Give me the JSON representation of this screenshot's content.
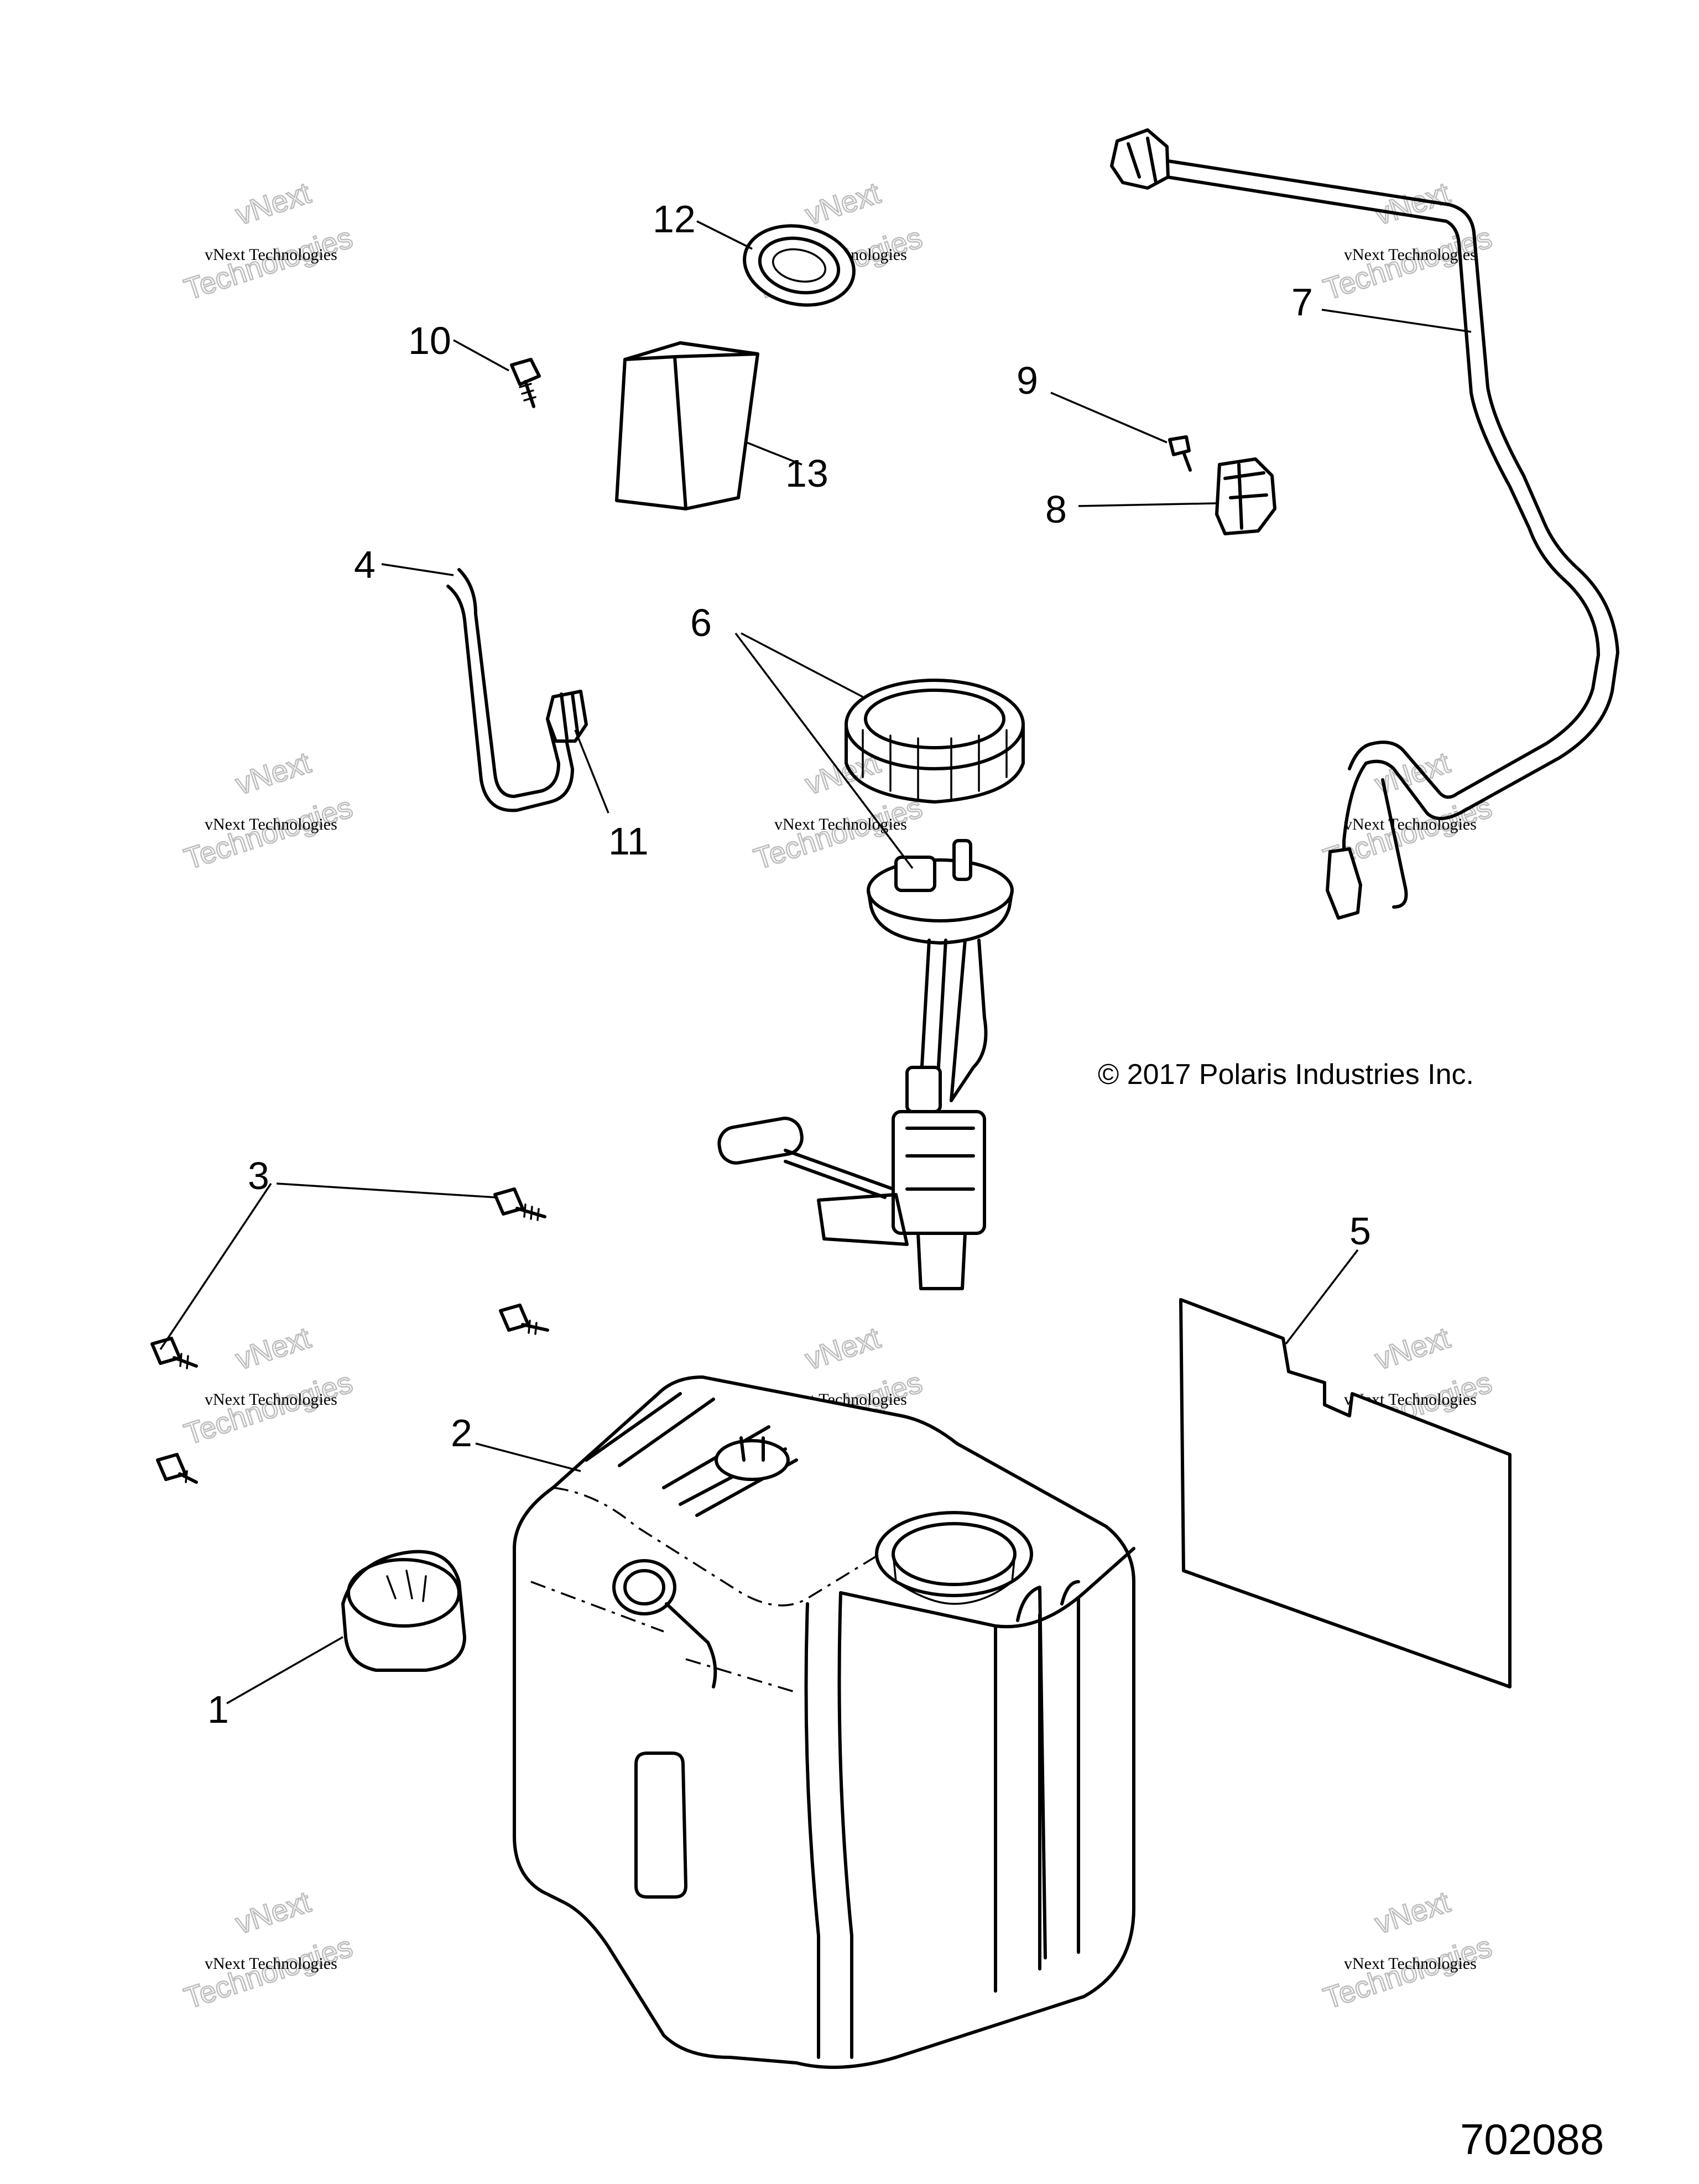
{
  "callouts": {
    "c1": "1",
    "c2": "2",
    "c3": "3",
    "c4": "4",
    "c5": "5",
    "c6": "6",
    "c7": "7",
    "c8": "8",
    "c9": "9",
    "c10": "10",
    "c11": "11",
    "c12": "12",
    "c13": "13"
  },
  "copyright": "© 2017 Polaris Industries Inc.",
  "figure_number": "702088",
  "watermark": {
    "line1": "vNext Technologies",
    "big_a": "vNext",
    "big_b": "Technologies"
  }
}
